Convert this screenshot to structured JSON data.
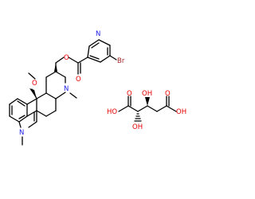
{
  "atom_labels": {
    "n_pyridine": "N",
    "br": "Br",
    "o_ester_ring": "O",
    "o_carbonyl": "O",
    "o_methoxy": "O",
    "n_amine": "N",
    "n_indole": "N",
    "o_acid1_carbonyl": "O",
    "o_acid1_hydroxyl": "HO",
    "o_oh_top": "OH",
    "o_oh_bottom": "OH",
    "o_acid2_carbonyl": "O",
    "o_acid2_hydroxyl": "OH"
  },
  "colors": {
    "bond": "#000000",
    "nitrogen": "#1a1ae6",
    "oxygen": "#e60000",
    "bromine": "#a52a2a",
    "background": "#ffffff"
  }
}
